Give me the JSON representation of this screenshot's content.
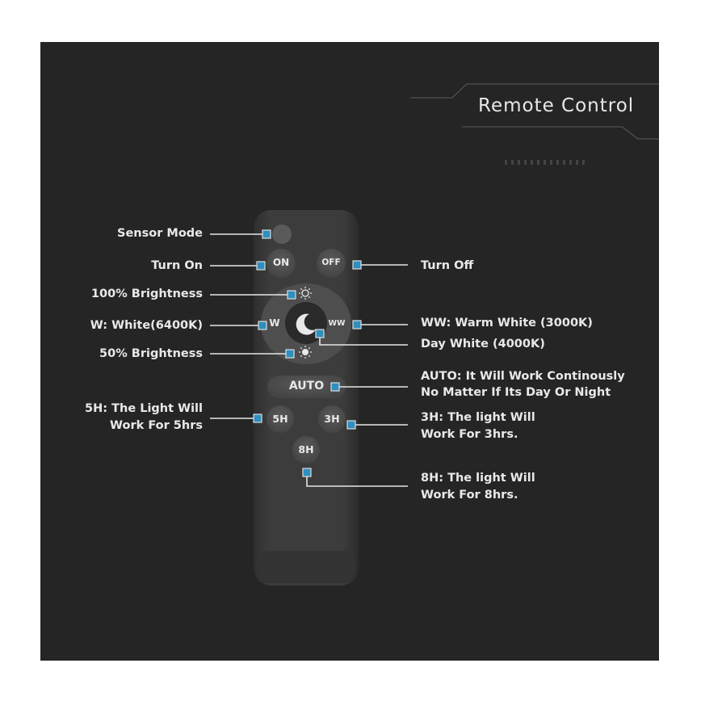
{
  "title": "Remote Control",
  "colors": {
    "panel_bg": "#252525",
    "remote_body": "#3b3b3b",
    "marker": "#2f8fbf",
    "leader_line": "#e6e6e6"
  },
  "remote": {
    "buttons": {
      "on": "ON",
      "off": "OFF",
      "w": "W",
      "ww": "WW",
      "auto": "AUTO",
      "h5": "5H",
      "h3": "3H",
      "h8": "8H"
    },
    "icons": {
      "bright_100": "sun-icon",
      "bright_50": "sun-icon",
      "day_white": "moon-icon",
      "sensor": "sensor-button"
    }
  },
  "callouts": {
    "sensor_mode": "Sensor Mode",
    "turn_on": "Turn On",
    "turn_off": "Turn Off",
    "bright_100": "100% Brightness",
    "white": "W: White(6400K)",
    "warm_white": "WW: Warm White (3000K)",
    "day_white": "Day White (4000K)",
    "bright_50": "50% Brightness",
    "auto_line1": "AUTO: It Will Work Continously",
    "auto_line2": "No Matter If Its Day Or Night",
    "h5_line1": "5H: The Light Will",
    "h5_line2": "Work For 5hrs",
    "h3_line1": "3H: The light Will",
    "h3_line2": "Work For 3hrs.",
    "h8_line1": "8H: The light Will",
    "h8_line2": "Work For 8hrs."
  }
}
